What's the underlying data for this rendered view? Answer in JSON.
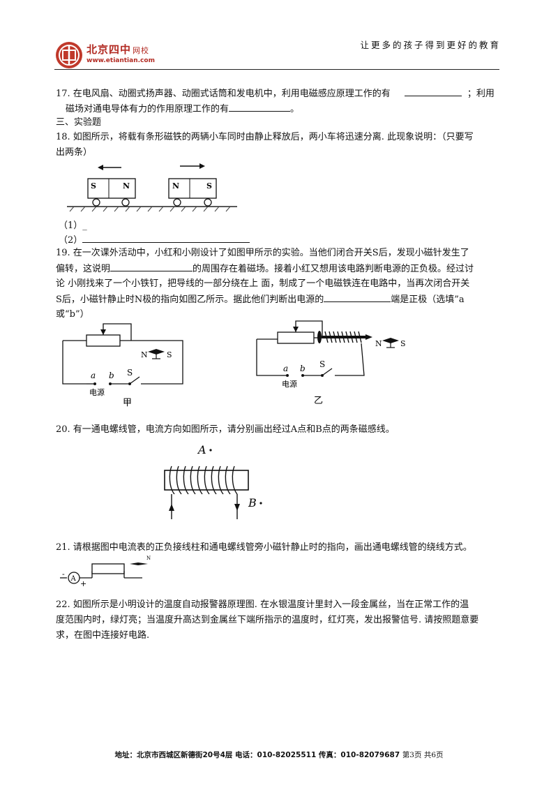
{
  "header": {
    "brand": "北京四中",
    "brand_suffix": "网校",
    "url": "www.etiantian.com",
    "slogan": "让更多的孩子得到更好的教育"
  },
  "q17": {
    "line1": "17. 在电风扇、动圈式扬声器、动圈式话筒和发电机中，利用电磁感应原理工作的有",
    "mid": "；利用",
    "line2": "磁场对通电导体有力的作用原理工作的有",
    "end": "。"
  },
  "section3": "三、实验题",
  "q18": {
    "line1": "18. 如图所示，将载有条形磁铁的两辆小车同时由静止释放后，两小车将迅速分离. 此现象说明：（只要写",
    "line2": "出两条）",
    "ans1": "（1）_",
    "ans2": "（2）",
    "fig": {
      "left_car_s": "S",
      "left_car_n": "N",
      "right_car_n": "N",
      "right_car_s": "S"
    }
  },
  "q19": {
    "line1": "19. 在一次课外活动中，小红和小刚设计了如图甲所示的实验。当他们闭合开关S后，发现小磁针发生了",
    "line2a": "偏转，这说明",
    "line2b": "的周围存在着磁场。接着小红又想用该电路判断电源的正负极。经过讨",
    "line3": "论  小刚找来了一个小铁钉，把导线的一部分绕在上  面，制成了一个电磁铁连在电路中，当再次闭合开关",
    "line4a": "S后，小磁针静止时N极的指向如图乙所示。据此他们判断出电源的",
    "line4b": "端是正极（选填”a",
    "line5": "或“b”）",
    "fig": {
      "label_a": "a",
      "label_b": "b",
      "label_s": "S",
      "label_n": "N",
      "label_s2": "S",
      "source": "电源",
      "caption_jia": "甲",
      "caption_yi": "乙"
    }
  },
  "q20": {
    "text": "20. 有一通电螺线管，电流方向如图所示，请分别画出经过A点和B点的两条磁感线。",
    "label_a": "A",
    "label_b": "B"
  },
  "q21": {
    "text": "21. 请根据图中电流表的正负接线柱和通电螺线管旁小磁针静止时的指向，画出通电螺线管的绕线方式。",
    "meter": "A",
    "minus": "-",
    "plus": "+",
    "needle_n": "N"
  },
  "q22": {
    "line1": "22. 如图所示是小明设计的温度自动报警器原理图. 在水银温度计里封入一段金属丝，当在正常工作的温",
    "line2": "度范围内时，绿灯亮；当温度升高达到金属丝下端所指示的温度时，红灯亮，发出报警信号. 请按照题意要",
    "line3": "求，在图中连接好电路."
  },
  "footer": {
    "address": "地址：北京市西城区新德街20号4层  电话：010-82025511  传真：010-82079687",
    "page": "第3页  共6页"
  }
}
